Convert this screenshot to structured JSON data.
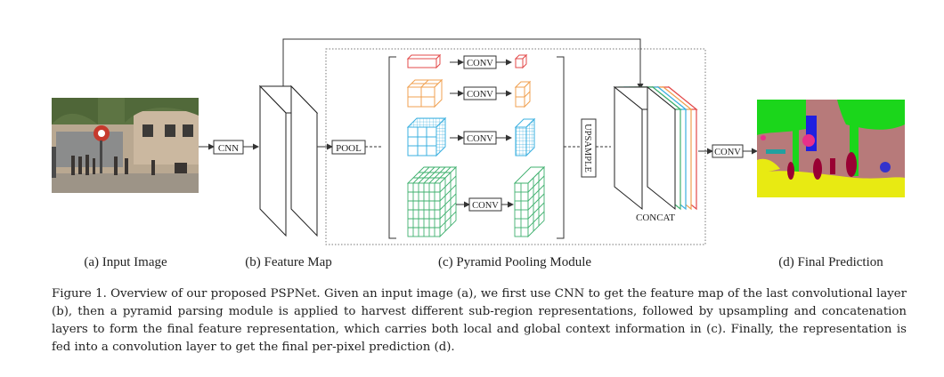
{
  "diagram": {
    "stage_labels": {
      "input": "(a) Input Image",
      "feature": "(b) Feature Map",
      "pyramid": "(c) Pyramid Pooling Module",
      "prediction": "(d) Final Prediction"
    },
    "ops": {
      "cnn": "CNN",
      "pool": "POOL",
      "conv": "CONV",
      "upsample": "UPSAMPLE",
      "concat": "CONCAT",
      "final_conv": "CONV"
    },
    "pyramid_levels": [
      {
        "grid": 1,
        "color": "#e34a4a"
      },
      {
        "grid": 2,
        "color": "#f0a050"
      },
      {
        "grid": 3,
        "color": "#3bb0e0"
      },
      {
        "grid": 6,
        "color": "#3fb06e"
      }
    ],
    "concat_colors": [
      "#3fb06e",
      "#3bb0e0",
      "#f0a050",
      "#e34a4a"
    ]
  },
  "caption": "Figure 1. Overview of our proposed PSPNet. Given an input image (a), we first use CNN to get the feature map of the last convolutional layer (b), then a pyramid parsing module is applied to harvest different sub-region representations, followed by upsampling and concatenation layers to form the final feature representation, which carries both local and global context information in (c). Finally, the representation is fed into a convolution layer to get the final per-pixel prediction (d)."
}
